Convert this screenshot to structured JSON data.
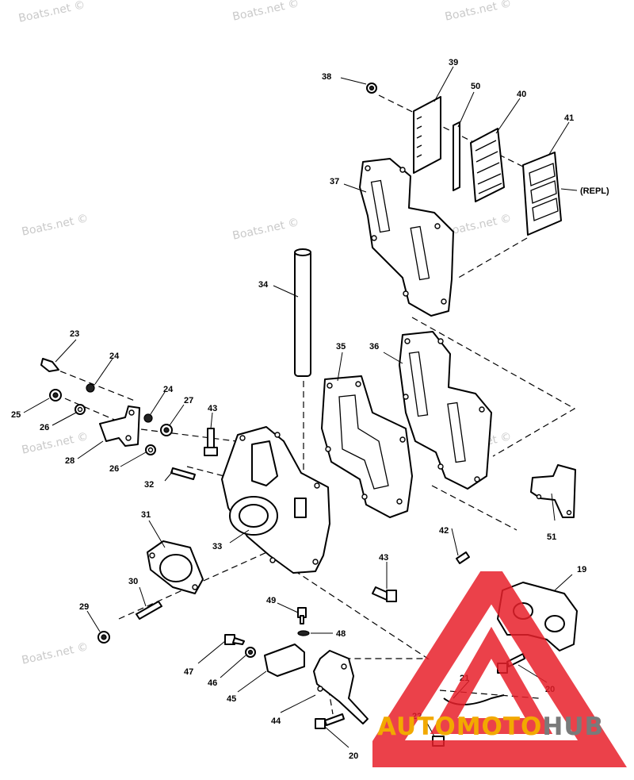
{
  "watermarks": [
    "Boats.net ©",
    "Boats.net ©",
    "Boats.net ©",
    "Boats.net ©",
    "Boats.net ©",
    "Boats.net ©",
    "Boats.net ©",
    "Boats.net ©",
    "Boats.net ©"
  ],
  "callouts": {
    "c19": "19",
    "c20a": "20",
    "c20b": "20",
    "c21": "21",
    "c22": "22",
    "c23": "23",
    "c24a": "24",
    "c24b": "24",
    "c25": "25",
    "c26a": "26",
    "c26b": "26",
    "c27": "27",
    "c28": "28",
    "c29": "29",
    "c30": "30",
    "c31": "31",
    "c32": "32",
    "c33": "33",
    "c34": "34",
    "c35": "35",
    "c36": "36",
    "c37": "37",
    "c38": "38",
    "c39": "39",
    "c40": "40",
    "c41": "41",
    "c42": "42",
    "c43a": "43",
    "c43b": "43",
    "c44": "44",
    "c45": "45",
    "c46": "46",
    "c47": "47",
    "c48": "48",
    "c49": "49",
    "c50": "50",
    "c51": "51"
  },
  "repl_note": "(REPL)",
  "logo": {
    "part1": "AUTOMOTO",
    "part2": "HUB",
    "color_red": "#e8202a",
    "color_orange": "#f2a900",
    "color_gray": "#7a7a7a"
  }
}
